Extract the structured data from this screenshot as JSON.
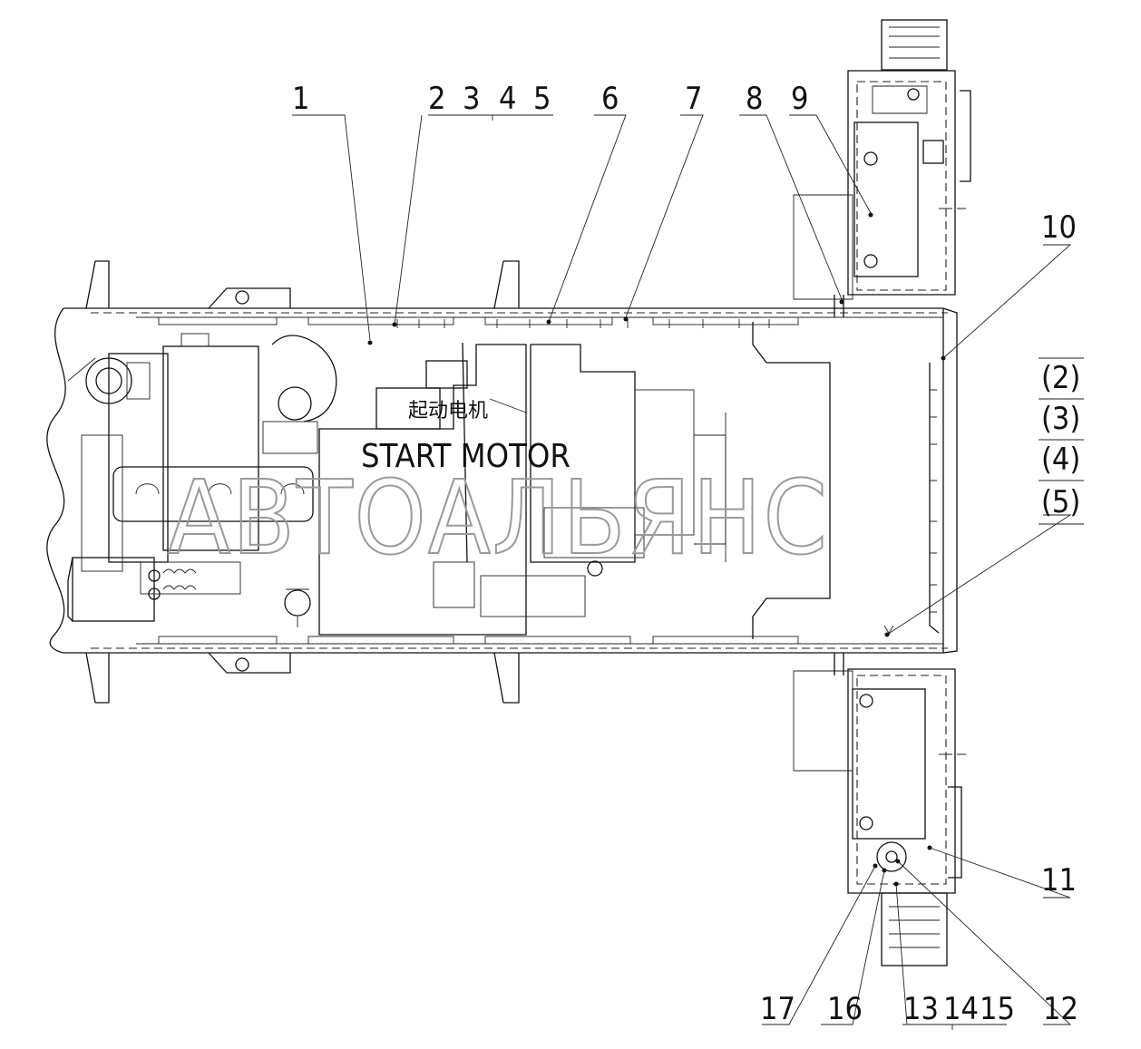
{
  "diagram": {
    "callouts": {
      "c1": "1",
      "c2": "2",
      "c3": "3",
      "c4": "4",
      "c5": "5",
      "c6": "6",
      "c7": "7",
      "c8": "8",
      "c9": "9",
      "c10": "10",
      "c11": "11",
      "c12": "12",
      "c13": "13",
      "c14": "14",
      "c15": "15",
      "c16": "16",
      "c17": "17"
    },
    "side_list": [
      "(2)",
      "(3)",
      "(4)",
      "(5)"
    ],
    "component_label_cn": "起动电机",
    "component_label_en": "START MOTOR",
    "watermark": "АВТОАЛЬЯНС"
  }
}
